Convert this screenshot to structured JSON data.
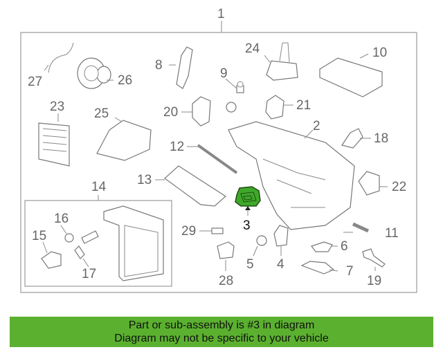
{
  "callouts": {
    "c1": "1",
    "c2": "2",
    "c3": "3",
    "c4": "4",
    "c5": "5",
    "c6": "6",
    "c7": "7",
    "c8": "8",
    "c9": "9",
    "c10": "10",
    "c11": "11",
    "c12": "12",
    "c13": "13",
    "c14": "14",
    "c15": "15",
    "c16": "16",
    "c17": "17",
    "c18": "18",
    "c19": "19",
    "c20": "20",
    "c21": "21",
    "c22": "22",
    "c23": "23",
    "c24": "24",
    "c25": "25",
    "c26": "26",
    "c27": "27",
    "c28": "28",
    "c29": "29"
  },
  "highlight_color": "#3fa82a",
  "banner": {
    "line1": "Part or sub-assembly is #3 in diagram",
    "line2": "Diagram may not be specific to your vehicle"
  }
}
